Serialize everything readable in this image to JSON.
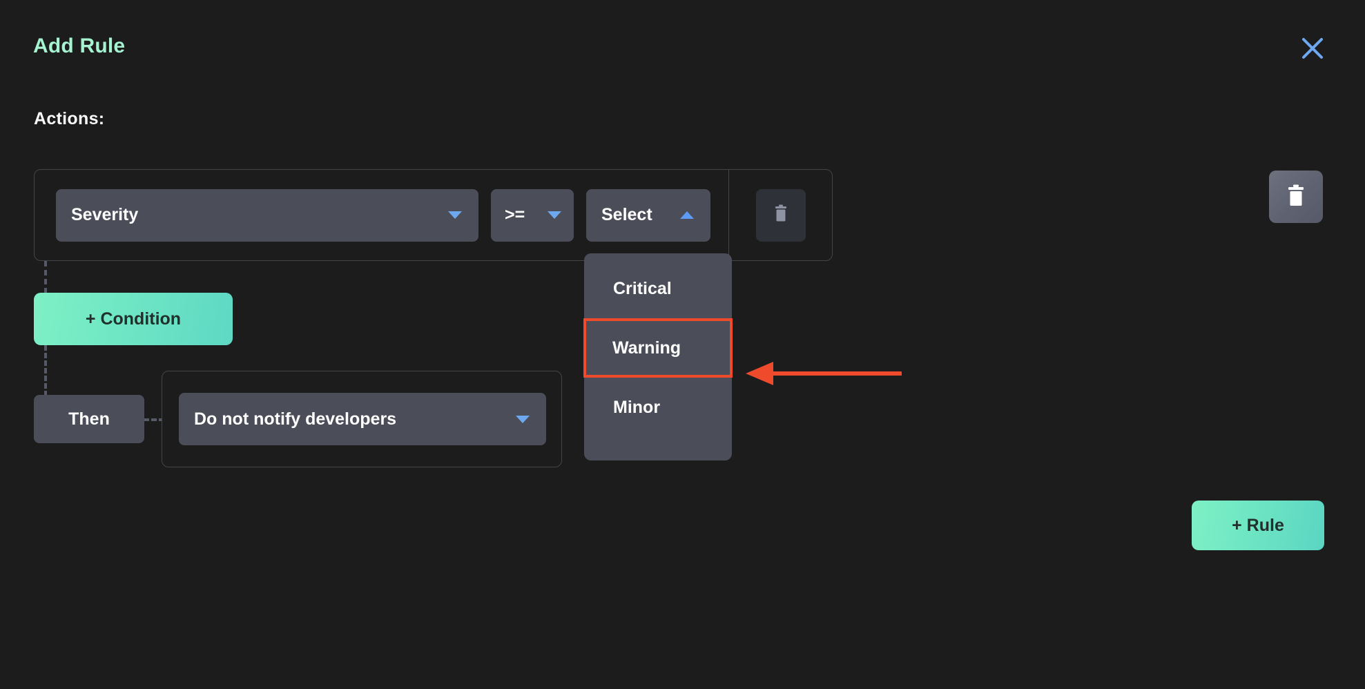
{
  "dialog": {
    "title": "Add Rule",
    "close_icon": "close-icon"
  },
  "sections": {
    "actions_label": "Actions:"
  },
  "condition_row": {
    "field": {
      "value": "Severity",
      "caret_icon": "chevron-down-icon"
    },
    "operator": {
      "value": ">=",
      "caret_icon": "chevron-down-icon"
    },
    "value_select": {
      "value": "Select",
      "placeholder": "Select",
      "caret_icon": "chevron-up-icon",
      "expanded": true,
      "options": [
        "Critical",
        "Warning",
        "Minor"
      ],
      "highlighted_option": "Warning"
    },
    "delete_icon": "trash-icon"
  },
  "buttons": {
    "add_condition": "+ Condition",
    "add_rule": "+ Rule",
    "delete_rule_icon": "trash-icon"
  },
  "then_row": {
    "label": "Then",
    "action": {
      "value": "Do not notify developers",
      "caret_icon": "chevron-down-icon"
    }
  },
  "annotation": {
    "arrow_icon": "left-arrow-icon",
    "target": "Warning"
  },
  "colors": {
    "page_background": "#1c1c1c",
    "title_accent": "#a5f3d0",
    "control_background": "#4b4e59",
    "caret_blue": "#6ea8f0",
    "accent_mint": "#7ef0c5",
    "highlight_red": "#ef4a2c",
    "border_gray": "#43454a",
    "dashed_connector": "#555a66"
  }
}
